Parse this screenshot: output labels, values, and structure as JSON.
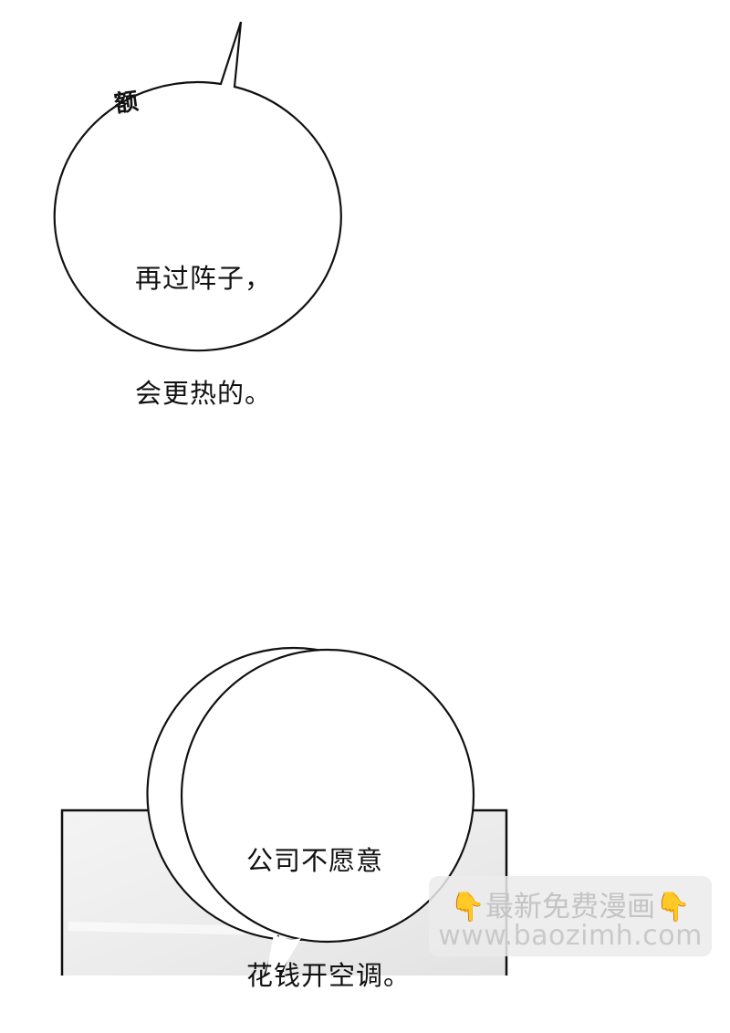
{
  "comic": {
    "sfx": "额",
    "bubble_top": {
      "line1": "再过阵子，",
      "line2": "会更热的。"
    },
    "bubble_bottom": {
      "line1": "公司不愿意",
      "line2": "花钱开空调。"
    }
  },
  "watermark": {
    "left_icon": "👇",
    "title": "最新免费漫画",
    "right_icon": "👇",
    "url": "www.baozimh.com"
  },
  "colors": {
    "ink": "#111111",
    "panel_bg": "#f0f0f0",
    "watermark_text": "#c4c4c4",
    "hand": "#f5b82e"
  }
}
